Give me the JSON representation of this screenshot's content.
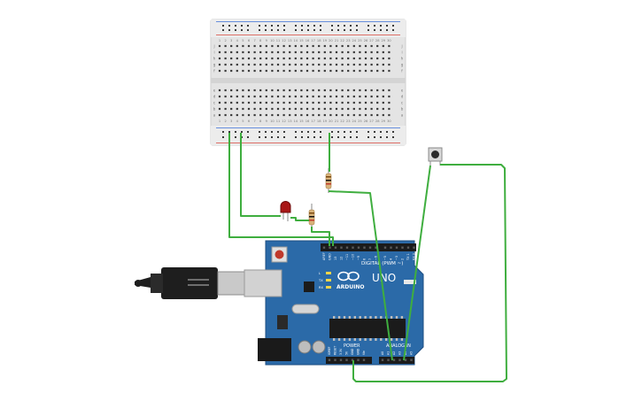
{
  "colors": {
    "canvas": "#ffffff",
    "breadboard": "#e6e6e6",
    "rail_red": "#d9463b",
    "rail_blue": "#3b6fd9",
    "wire_green": "#3fae3f",
    "board_blue": "#2b6aa8",
    "board_dark": "#1f4f82",
    "header_black": "#1b1b1b",
    "led_red": "#a81717",
    "resistor_tan": "#d8b27a",
    "usb_black": "#1e1e1e"
  },
  "breadboard": {
    "columns": [
      "1",
      "2",
      "3",
      "4",
      "5",
      "6",
      "7",
      "8",
      "9",
      "10",
      "11",
      "12",
      "13",
      "14",
      "15",
      "16",
      "17",
      "18",
      "19",
      "20",
      "21",
      "22",
      "23",
      "24",
      "25",
      "26",
      "27",
      "28",
      "29",
      "30"
    ],
    "row_letters_top": [
      "j",
      "i",
      "h",
      "g",
      "f"
    ],
    "row_letters_bottom": [
      "e",
      "d",
      "c",
      "b",
      "a"
    ]
  },
  "arduino": {
    "brand": "ARDUINO",
    "model": "UNO",
    "digital_label": "DIGITAL (PWM ~)",
    "analog_label": "ANALOG IN",
    "power_label": "POWER",
    "led_labels": [
      "L",
      "TX",
      "RX"
    ],
    "top_pins": [
      "AREF",
      "GND",
      "13",
      "12",
      "~11",
      "~10",
      "~9",
      "8",
      "7",
      "~6",
      "~5",
      "4",
      "~3",
      "2",
      "TX 1",
      "RX 0"
    ],
    "bottom_pins": [
      "IOREF",
      "RESET",
      "3.3V",
      "5V",
      "GND",
      "GND",
      "Vin",
      "A0",
      "A1",
      "A2",
      "A3",
      "A4",
      "A5"
    ],
    "icon": "infinity-logo-icon"
  },
  "components": {
    "led": "led-icon",
    "resistor_1": "resistor-icon",
    "resistor_2": "resistor-icon",
    "pushbutton": "pushbutton-icon",
    "usb_cable": "usb-cable-icon"
  }
}
